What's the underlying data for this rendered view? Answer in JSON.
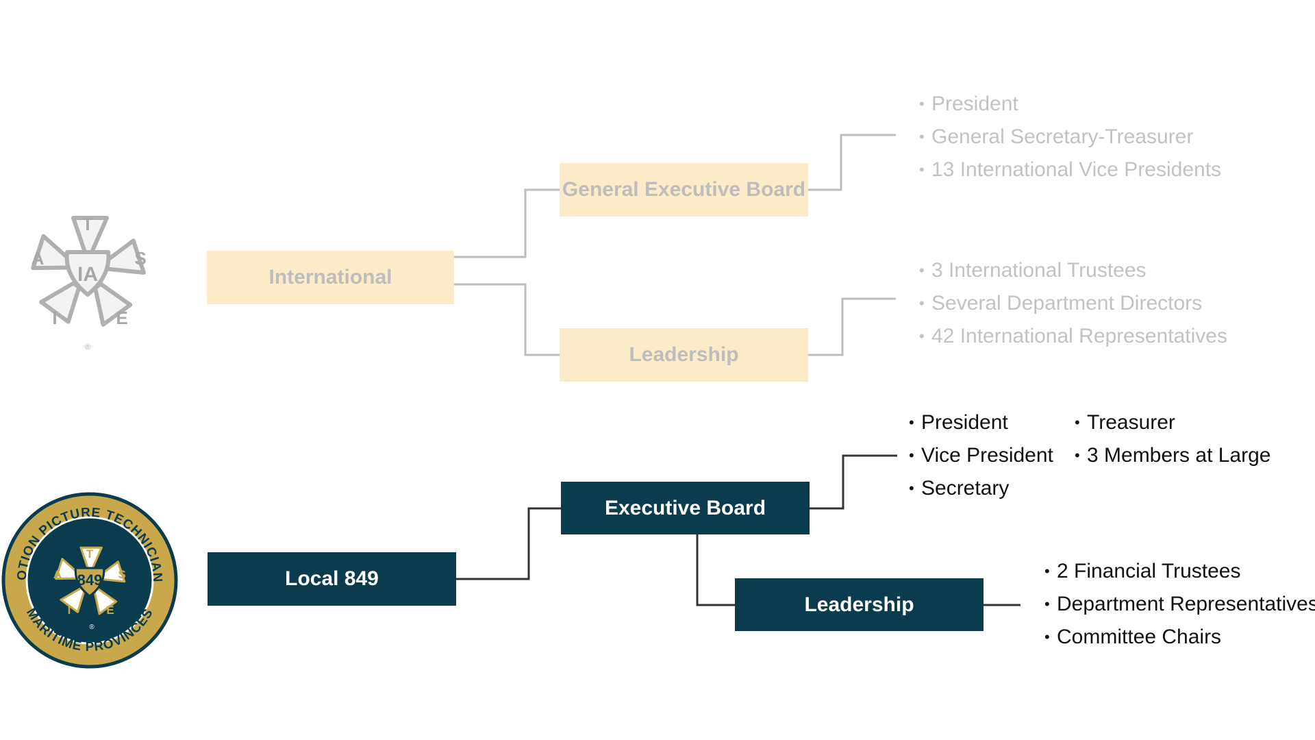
{
  "international": {
    "logo_letters": [
      "T",
      "S",
      "E",
      "I",
      "A"
    ],
    "logo_center": "IA",
    "logo_mark": "®",
    "root": "International",
    "board": "General Executive Board",
    "leadership": "Leadership",
    "board_members": [
      "President",
      "General Secretary-Treasurer",
      "13 International Vice Presidents"
    ],
    "leadership_members": [
      "3 International Trustees",
      "Several Department Directors",
      "42 International Representatives"
    ],
    "colors": {
      "box": "#fcebc8",
      "box_text": "#bdbdbd",
      "list_text": "#c2c2c2",
      "line": "#bdbdbd"
    }
  },
  "local": {
    "logo_ring_top": "MOTION PICTURE TECHNICIANS",
    "logo_ring_bottom": "MARITIME PROVINCES",
    "logo_letters": [
      "T",
      "S",
      "E",
      "I",
      "A"
    ],
    "logo_center": "849",
    "logo_mark": "®",
    "root": "Local 849",
    "board": "Executive Board",
    "leadership": "Leadership",
    "board_members_col1": [
      "President",
      "Vice President",
      "Secretary"
    ],
    "board_members_col2": [
      "Treasurer",
      "3 Members at Large"
    ],
    "leadership_members": [
      "2 Financial Trustees",
      "Department Representatives",
      "Committee Chairs"
    ],
    "colors": {
      "box": "#0b3c4d",
      "box_text": "#ffffff",
      "list_text": "#111111",
      "line": "#333333",
      "gold": "#c9a84c",
      "navy": "#0b3c4d"
    }
  }
}
